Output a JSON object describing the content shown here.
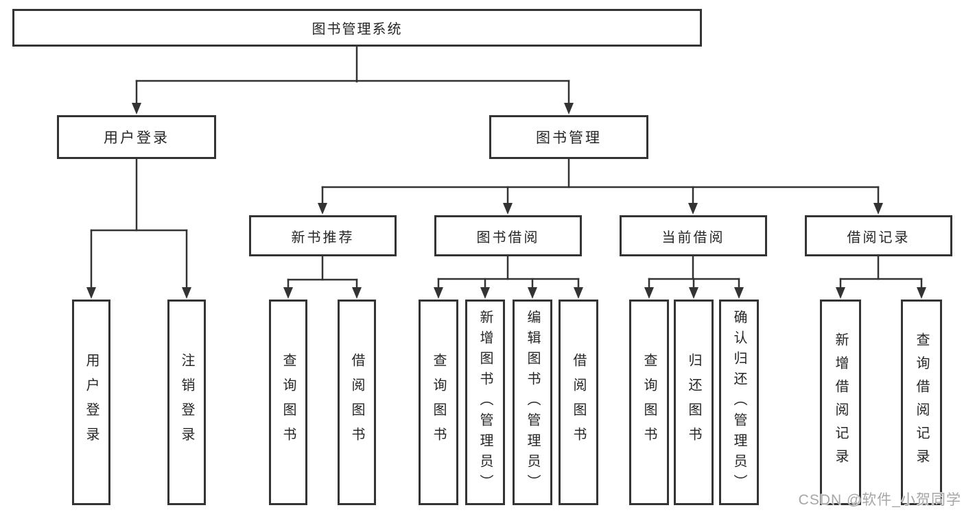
{
  "nodes": {
    "root": "图书管理系统",
    "userLogin": {
      "label": "用户登录",
      "leaves": [
        "用户登录",
        "注销登录"
      ]
    },
    "bookMgmt": {
      "label": "图书管理",
      "groups": [
        {
          "label": "新书推荐",
          "leaves": [
            "查询图书",
            "借阅图书"
          ]
        },
        {
          "label": "图书借阅",
          "leaves": [
            "查询图书",
            "新增图书（管理员）",
            "编辑图书（管理员）",
            "借阅图书"
          ]
        },
        {
          "label": "当前借阅",
          "leaves": [
            "查询图书",
            "归还图书",
            "确认归还（管理员）"
          ]
        },
        {
          "label": "借阅记录",
          "leaves": [
            "新增借阅记录",
            "查询借阅记录"
          ]
        }
      ]
    }
  },
  "watermark": "CSDN @软件_小贺同学",
  "colors": {
    "line": "#333333",
    "border": "#333333",
    "text": "#262626",
    "background": "#ffffff",
    "watermark": "#a6a6a6"
  }
}
